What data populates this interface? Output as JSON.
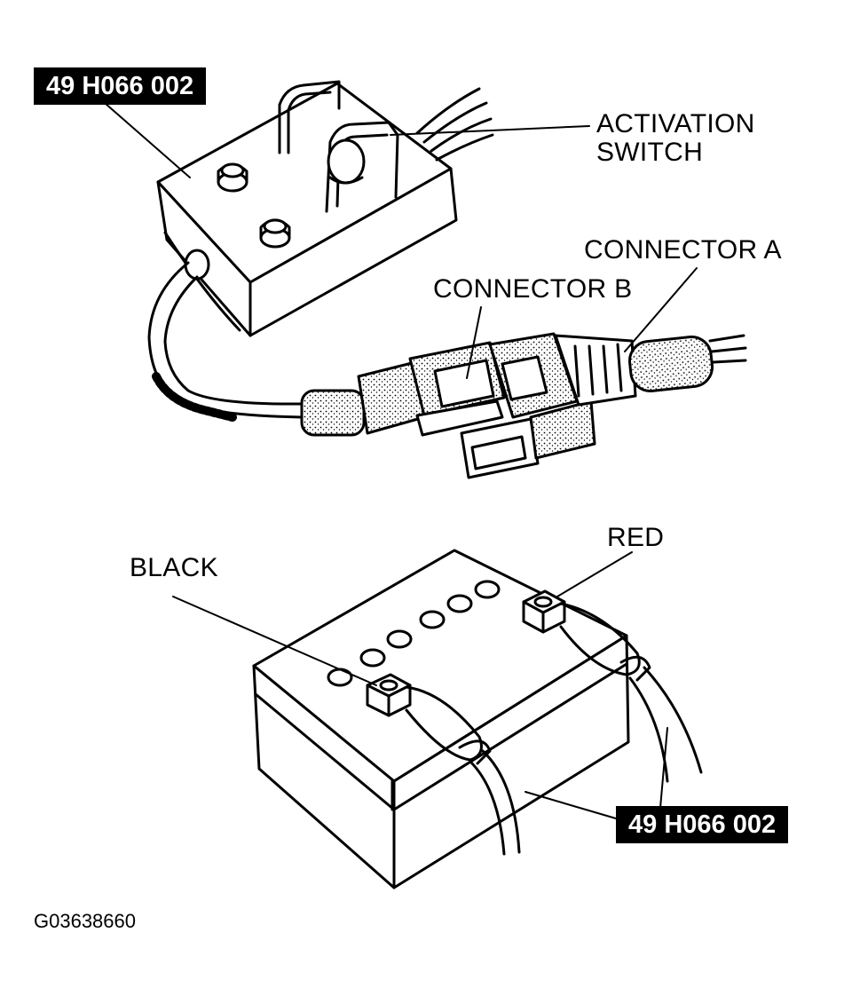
{
  "labels": {
    "tool_top": "49 H066 002",
    "activation_line1": "ACTIVATION",
    "activation_line2": "SWITCH",
    "connector_a": "CONNECTOR A",
    "connector_b": "CONNECTOR B",
    "red": "RED",
    "black": "BLACK",
    "tool_bottom": "49 H066 002"
  },
  "figure_code": "G03638660",
  "colors": {
    "ink": "#000000",
    "paper": "#ffffff"
  }
}
